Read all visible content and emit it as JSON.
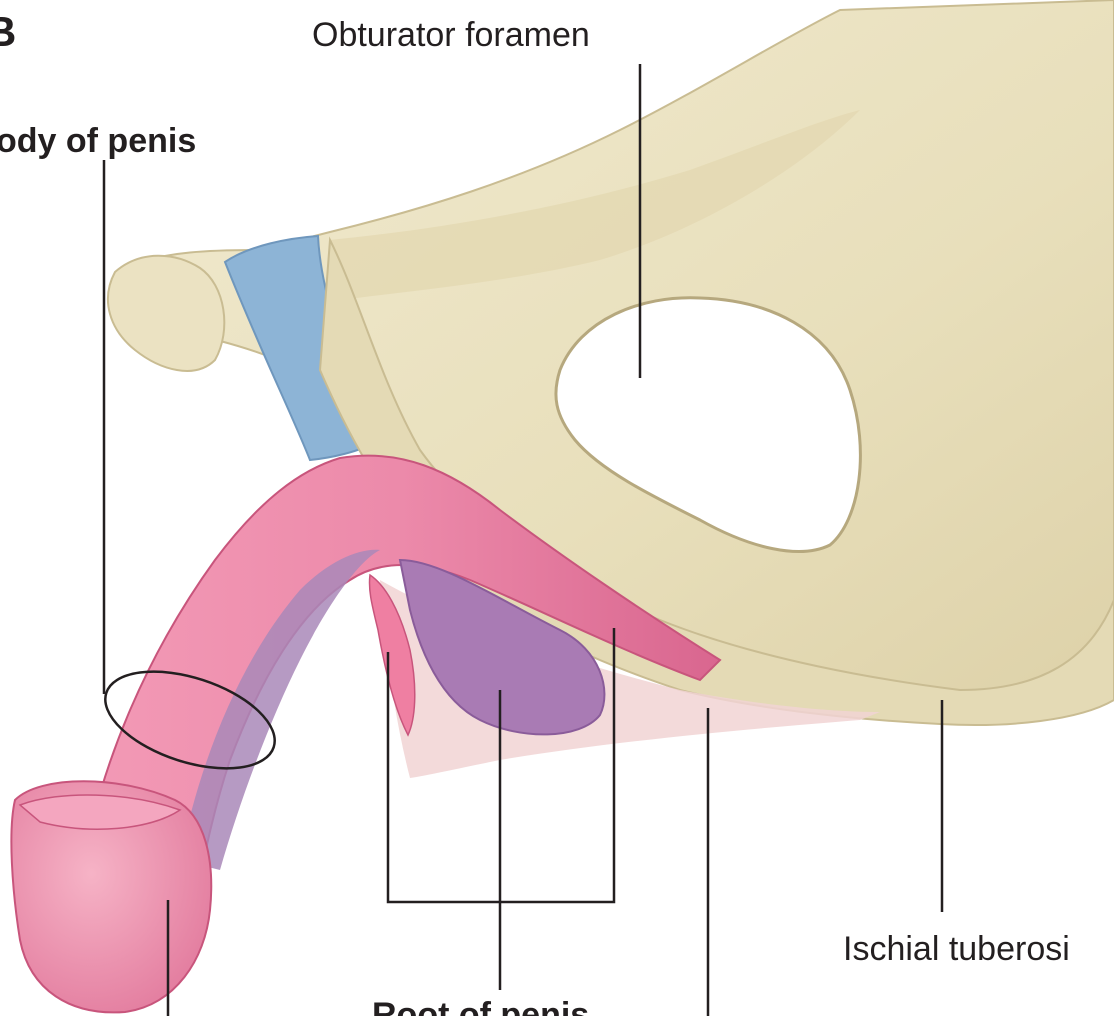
{
  "figure": {
    "panel_letter": "B",
    "labels": {
      "obturator_foramen": "Obturator foramen",
      "body_of_penis": "ody of penis",
      "ischial_tuberosity": "Ischial tuberosi",
      "root_of_penis": "Root of penis"
    }
  },
  "colors": {
    "bone": "#ece3c0",
    "bone_shadow": "#cfc39b",
    "ligament_blue": "#8db4d6",
    "penis_pink": "#ee8fae",
    "penis_dark": "#d9658c",
    "bulb_purple": "#a97bb4",
    "leader_line": "#231f20",
    "background": "#ffffff"
  }
}
